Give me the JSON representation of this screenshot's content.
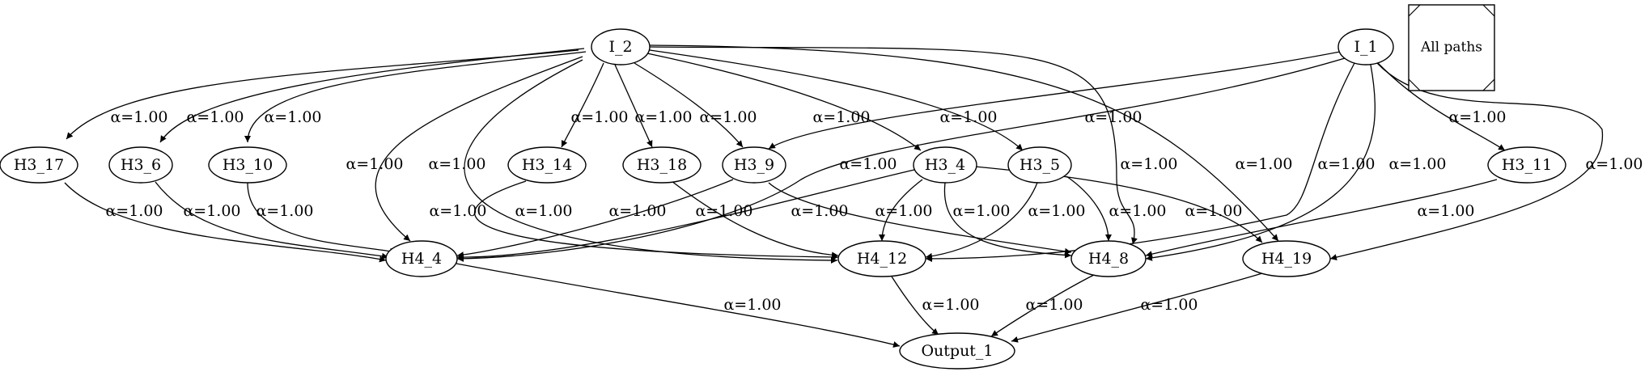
{
  "graph": {
    "nodes": [
      {
        "id": "I_2",
        "label": "I_2"
      },
      {
        "id": "I_1",
        "label": "I_1"
      },
      {
        "id": "H3_17",
        "label": "H3_17"
      },
      {
        "id": "H3_6",
        "label": "H3_6"
      },
      {
        "id": "H3_10",
        "label": "H3_10"
      },
      {
        "id": "H3_14",
        "label": "H3_14"
      },
      {
        "id": "H3_18",
        "label": "H3_18"
      },
      {
        "id": "H3_9",
        "label": "H3_9"
      },
      {
        "id": "H3_4",
        "label": "H3_4"
      },
      {
        "id": "H3_5",
        "label": "H3_5"
      },
      {
        "id": "H3_11",
        "label": "H3_11"
      },
      {
        "id": "H4_4",
        "label": "H4_4"
      },
      {
        "id": "H4_12",
        "label": "H4_12"
      },
      {
        "id": "H4_8",
        "label": "H4_8"
      },
      {
        "id": "H4_19",
        "label": "H4_19"
      },
      {
        "id": "Output_1",
        "label": "Output_1"
      }
    ],
    "edges": [
      {
        "from": "I_2",
        "to": "H3_17",
        "label": "α=1.00"
      },
      {
        "from": "I_2",
        "to": "H3_6",
        "label": "α=1.00"
      },
      {
        "from": "I_2",
        "to": "H3_10",
        "label": "α=1.00"
      },
      {
        "from": "I_2",
        "to": "H4_4",
        "label": "α=1.00"
      },
      {
        "from": "I_2",
        "to": "H4_12",
        "label": "α=1.00"
      },
      {
        "from": "I_2",
        "to": "H3_14",
        "label": "α=1.00"
      },
      {
        "from": "I_2",
        "to": "H3_18",
        "label": "α=1.00"
      },
      {
        "from": "I_2",
        "to": "H3_9",
        "label": "α=1.00"
      },
      {
        "from": "I_2",
        "to": "H3_4",
        "label": "α=1.00"
      },
      {
        "from": "I_2",
        "to": "H3_5",
        "label": "α=1.00"
      },
      {
        "from": "I_2",
        "to": "H4_8",
        "label": "α=1.00"
      },
      {
        "from": "I_2",
        "to": "H4_19",
        "label": "α=1.00"
      },
      {
        "from": "I_1",
        "to": "H3_9",
        "label": "α=1.00"
      },
      {
        "from": "I_1",
        "to": "H4_4",
        "label": "α=1.00"
      },
      {
        "from": "I_1",
        "to": "H4_12",
        "label": "α=1.00"
      },
      {
        "from": "I_1",
        "to": "H4_8",
        "label": "α=1.00"
      },
      {
        "from": "I_1",
        "to": "H3_11",
        "label": "α=1.00"
      },
      {
        "from": "I_1",
        "to": "H4_19",
        "label": "α=1.00"
      },
      {
        "from": "H3_17",
        "to": "H4_4",
        "label": "α=1.00"
      },
      {
        "from": "H3_6",
        "to": "H4_4",
        "label": "α=1.00"
      },
      {
        "from": "H3_10",
        "to": "H4_4",
        "label": "α=1.00"
      },
      {
        "from": "H3_14",
        "to": "H4_12",
        "label": "α=1.00"
      },
      {
        "from": "H3_18",
        "to": "H4_12",
        "label": "α=1.00"
      },
      {
        "from": "H3_9",
        "to": "H4_4",
        "label": "α=1.00"
      },
      {
        "from": "H3_9",
        "to": "H4_8",
        "label": "α=1.00"
      },
      {
        "from": "H3_4",
        "to": "H4_4",
        "label": "α=1.00"
      },
      {
        "from": "H3_4",
        "to": "H4_12",
        "label": "α=1.00"
      },
      {
        "from": "H3_4",
        "to": "H4_8",
        "label": "α=1.00"
      },
      {
        "from": "H3_4",
        "to": "H4_19",
        "label": "α=1.00"
      },
      {
        "from": "H3_5",
        "to": "H4_12",
        "label": "α=1.00"
      },
      {
        "from": "H3_5",
        "to": "H4_8",
        "label": "α=1.00"
      },
      {
        "from": "H3_11",
        "to": "H4_8",
        "label": "α=1.00"
      },
      {
        "from": "H4_4",
        "to": "Output_1",
        "label": "α=1.00"
      },
      {
        "from": "H4_12",
        "to": "Output_1",
        "label": "α=1.00"
      },
      {
        "from": "H4_8",
        "to": "Output_1",
        "label": "α=1.00"
      },
      {
        "from": "H4_19",
        "to": "Output_1",
        "label": "α=1.00"
      }
    ]
  },
  "legend": {
    "label": "All paths"
  }
}
